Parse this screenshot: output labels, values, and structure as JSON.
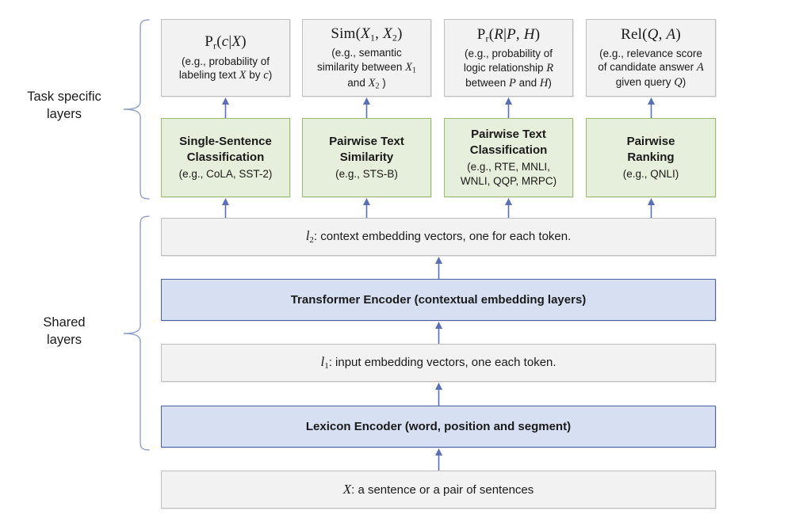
{
  "diagram": {
    "title": "MT-DNN multi-task model architecture",
    "colors": {
      "gray_fill": "#f2f2f2",
      "gray_border": "#bfbfbf",
      "green_fill": "#e6efdb",
      "green_border": "#9bbb6a",
      "blue_fill": "#d7e0f2",
      "blue_border": "#4a5fa5",
      "arrow": "#5b6fb5",
      "brace": "#8fa0c8",
      "background": "#ffffff"
    }
  },
  "side_labels": {
    "task_specific": "Task specific\nlayers",
    "task_specific_line1": "Task specific",
    "task_specific_line2": "layers",
    "shared_line1": "Shared",
    "shared_line2": "layers"
  },
  "outputs": [
    {
      "formula_plain": "Pr(c|X)",
      "caption_plain": "(e.g., probability of labeling text X by c)",
      "caption_line1": "(e.g., probability of",
      "caption_line2": "labeling text X by c)"
    },
    {
      "formula_plain": "Sim(X1, X2)",
      "caption_plain": "(e.g., semantic similarity between X1 and X2 )",
      "caption_line1": "(e.g., semantic",
      "caption_line2": "similarity between X1",
      "caption_line3": "and X2 )"
    },
    {
      "formula_plain": "Pr(R|P, H)",
      "caption_plain": "(e.g., probability of logic relationship R between P and H)",
      "caption_line1": "(e.g., probability of",
      "caption_line2": "logic relationship R",
      "caption_line3": "between P and H)"
    },
    {
      "formula_plain": "Rel(Q, A)",
      "caption_plain": "(e.g., relevance score of candidate answer A given query Q)",
      "caption_line1": "(e.g., relevance score",
      "caption_line2": "of candidate answer A",
      "caption_line3": "given query Q)"
    }
  ],
  "tasks": [
    {
      "title_line1": "Single-Sentence",
      "title_line2": "Classification",
      "examples": "(e.g., CoLA, SST-2)"
    },
    {
      "title_line1": "Pairwise Text",
      "title_line2": "Similarity",
      "examples": "(e.g., STS-B)"
    },
    {
      "title_line1": "Pairwise Text",
      "title_line2": "Classification",
      "examples_line1": "(e.g., RTE, MNLI,",
      "examples_line2": "WNLI, QQP, MRPC)"
    },
    {
      "title_line1": "Pairwise",
      "title_line2": "Ranking",
      "examples": "(e.g., QNLI)"
    }
  ],
  "shared_layers": {
    "l2_symbol": "l2",
    "l2_text": ": context embedding vectors, one for each token.",
    "transformer_encoder": "Transformer Encoder (contextual embedding layers)",
    "l1_symbol": "l1",
    "l1_text": ": input embedding vectors, one each token.",
    "lexicon_encoder": "Lexicon Encoder (word, position and segment)",
    "input_symbol": "X",
    "input_text": ": a sentence or a pair of sentences"
  }
}
